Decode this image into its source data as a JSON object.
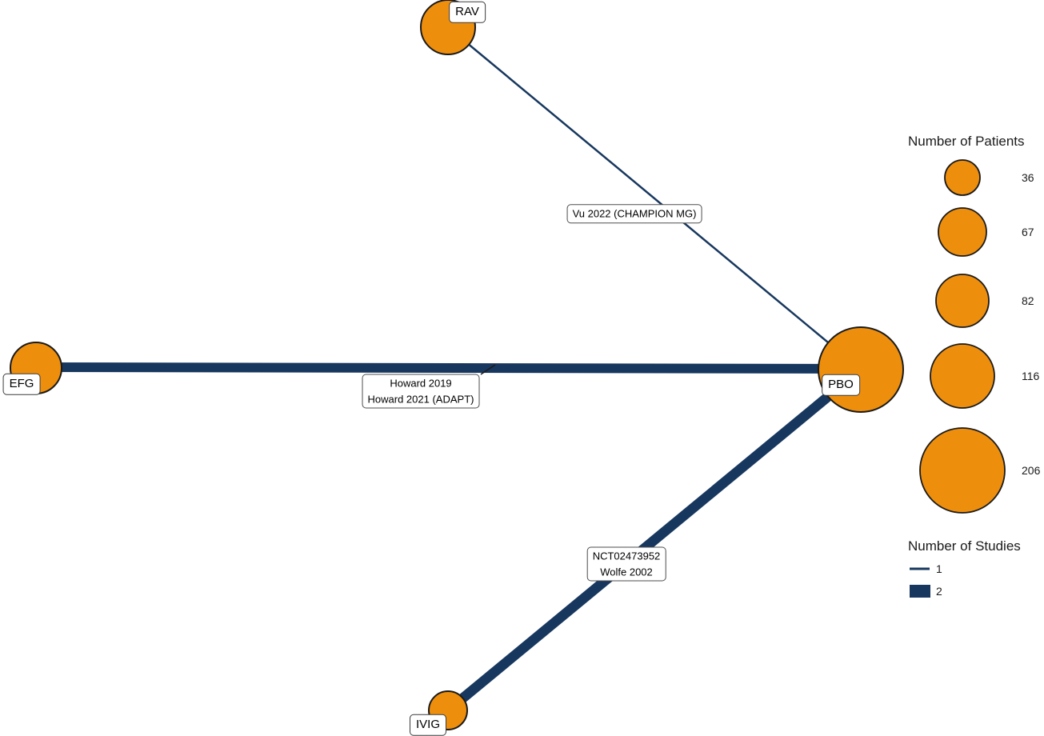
{
  "colors": {
    "node_fill": "#EE8E0D",
    "node_stroke": "#1A1A1A",
    "edge_color": "#17375E",
    "label_box_bg": "#FFFFFF",
    "label_box_border": "#4D4D4D",
    "text_color": "#000000",
    "background": "#FFFFFF"
  },
  "chart_data": {
    "type": "network",
    "description": "Network meta-analysis evidence network: treatments vs placebo",
    "nodes": [
      {
        "id": "RAV",
        "label": "RAV"
      },
      {
        "id": "EFG",
        "label": "EFG"
      },
      {
        "id": "PBO",
        "label": "PBO"
      },
      {
        "id": "IVIG",
        "label": "IVIG"
      }
    ],
    "edges": [
      {
        "source": "RAV",
        "target": "PBO",
        "studies": 1,
        "label_lines": [
          "Vu 2022 (CHAMPION MG)"
        ]
      },
      {
        "source": "EFG",
        "target": "PBO",
        "studies": 2,
        "label_lines": [
          "Howard 2019",
          "Howard 2021 (ADAPT)"
        ]
      },
      {
        "source": "IVIG",
        "target": "PBO",
        "studies": 2,
        "label_lines": [
          "NCT02473952",
          "Wolfe 2002"
        ]
      }
    ],
    "node_size_legend": {
      "title": "Number of Patients",
      "values": [
        36,
        67,
        82,
        116,
        206
      ]
    },
    "edge_width_legend": {
      "title": "Number of Studies",
      "values": [
        1,
        2
      ]
    },
    "legend_position": "right",
    "grid": false,
    "axes": false
  }
}
